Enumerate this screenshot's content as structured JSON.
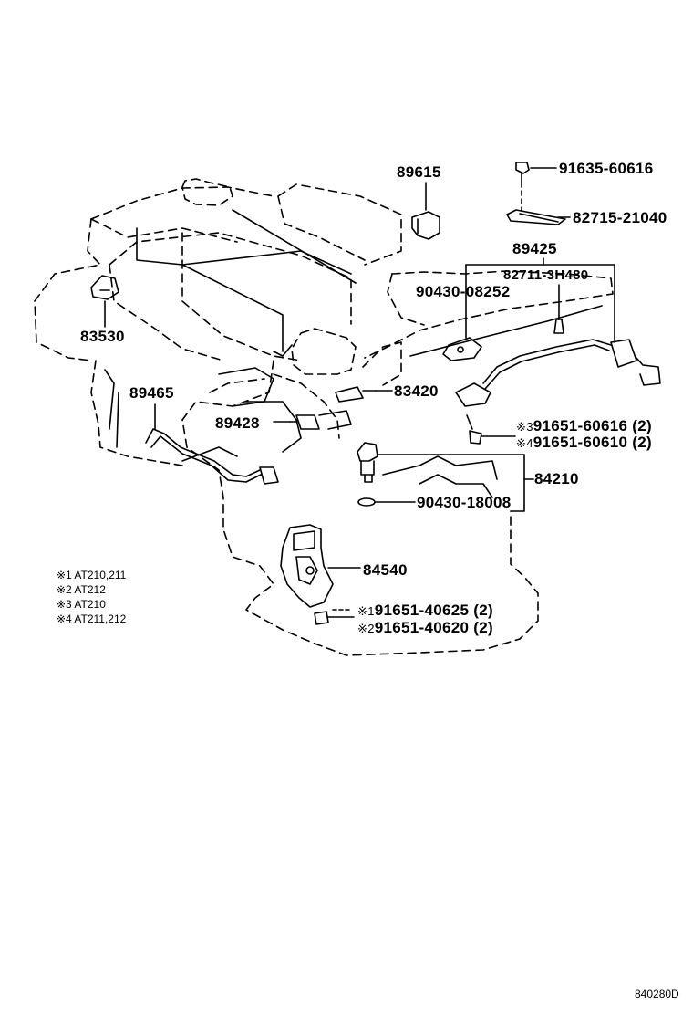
{
  "parts": {
    "p89615": "89615",
    "p91635": "91635-60616",
    "p82715": "82715-21040",
    "p89425": "89425",
    "p82711": "82711-3H480",
    "p90430a": "90430-08252",
    "p83530": "83530",
    "p83420": "83420",
    "p89465": "89465",
    "p89428": "89428",
    "p91651_60616": "91651-60616 (2)",
    "p91651_60610": "91651-60610 (2)",
    "p84210": "84210",
    "p90430b": "90430-18008",
    "p84540": "84540",
    "p91651_40625": "91651-40625 (2)",
    "p91651_40620": "91651-40620 (2)"
  },
  "markers": {
    "m1": "※1",
    "m2": "※2",
    "m3": "※3",
    "m4": "※4"
  },
  "notes": [
    "※1 AT210,211",
    "※2 AT212",
    "※3 AT210",
    "※4 AT211,212"
  ],
  "ref_code": "840280D"
}
